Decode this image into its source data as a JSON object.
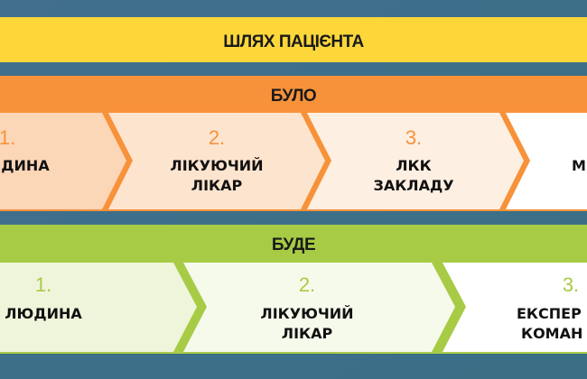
{
  "colors": {
    "background": "#3e6f8b",
    "title_bar": "#fdd73a",
    "before": "#f7923a",
    "after": "#a8cb45"
  },
  "title": "ШЛЯХ ПАЦІЄНТА",
  "before": {
    "heading": "БУЛО",
    "steps": [
      {
        "num": "1.",
        "line1": "ДИНА",
        "line2": ""
      },
      {
        "num": "2.",
        "line1": "ЛІКУЮЧИЙ",
        "line2": "ЛІКАР"
      },
      {
        "num": "3.",
        "line1": "ЛКК",
        "line2": "ЗАКЛАДУ"
      },
      {
        "num": "",
        "line1": "М",
        "line2": ""
      }
    ]
  },
  "after": {
    "heading": "БУДЕ",
    "steps": [
      {
        "num": "1.",
        "line1": "ЛЮДИНА",
        "line2": ""
      },
      {
        "num": "2.",
        "line1": "ЛІКУЮЧИЙ",
        "line2": "ЛІКАР"
      },
      {
        "num": "3.",
        "line1": "ЕКСПЕР",
        "line2": "КОМАН"
      }
    ]
  }
}
